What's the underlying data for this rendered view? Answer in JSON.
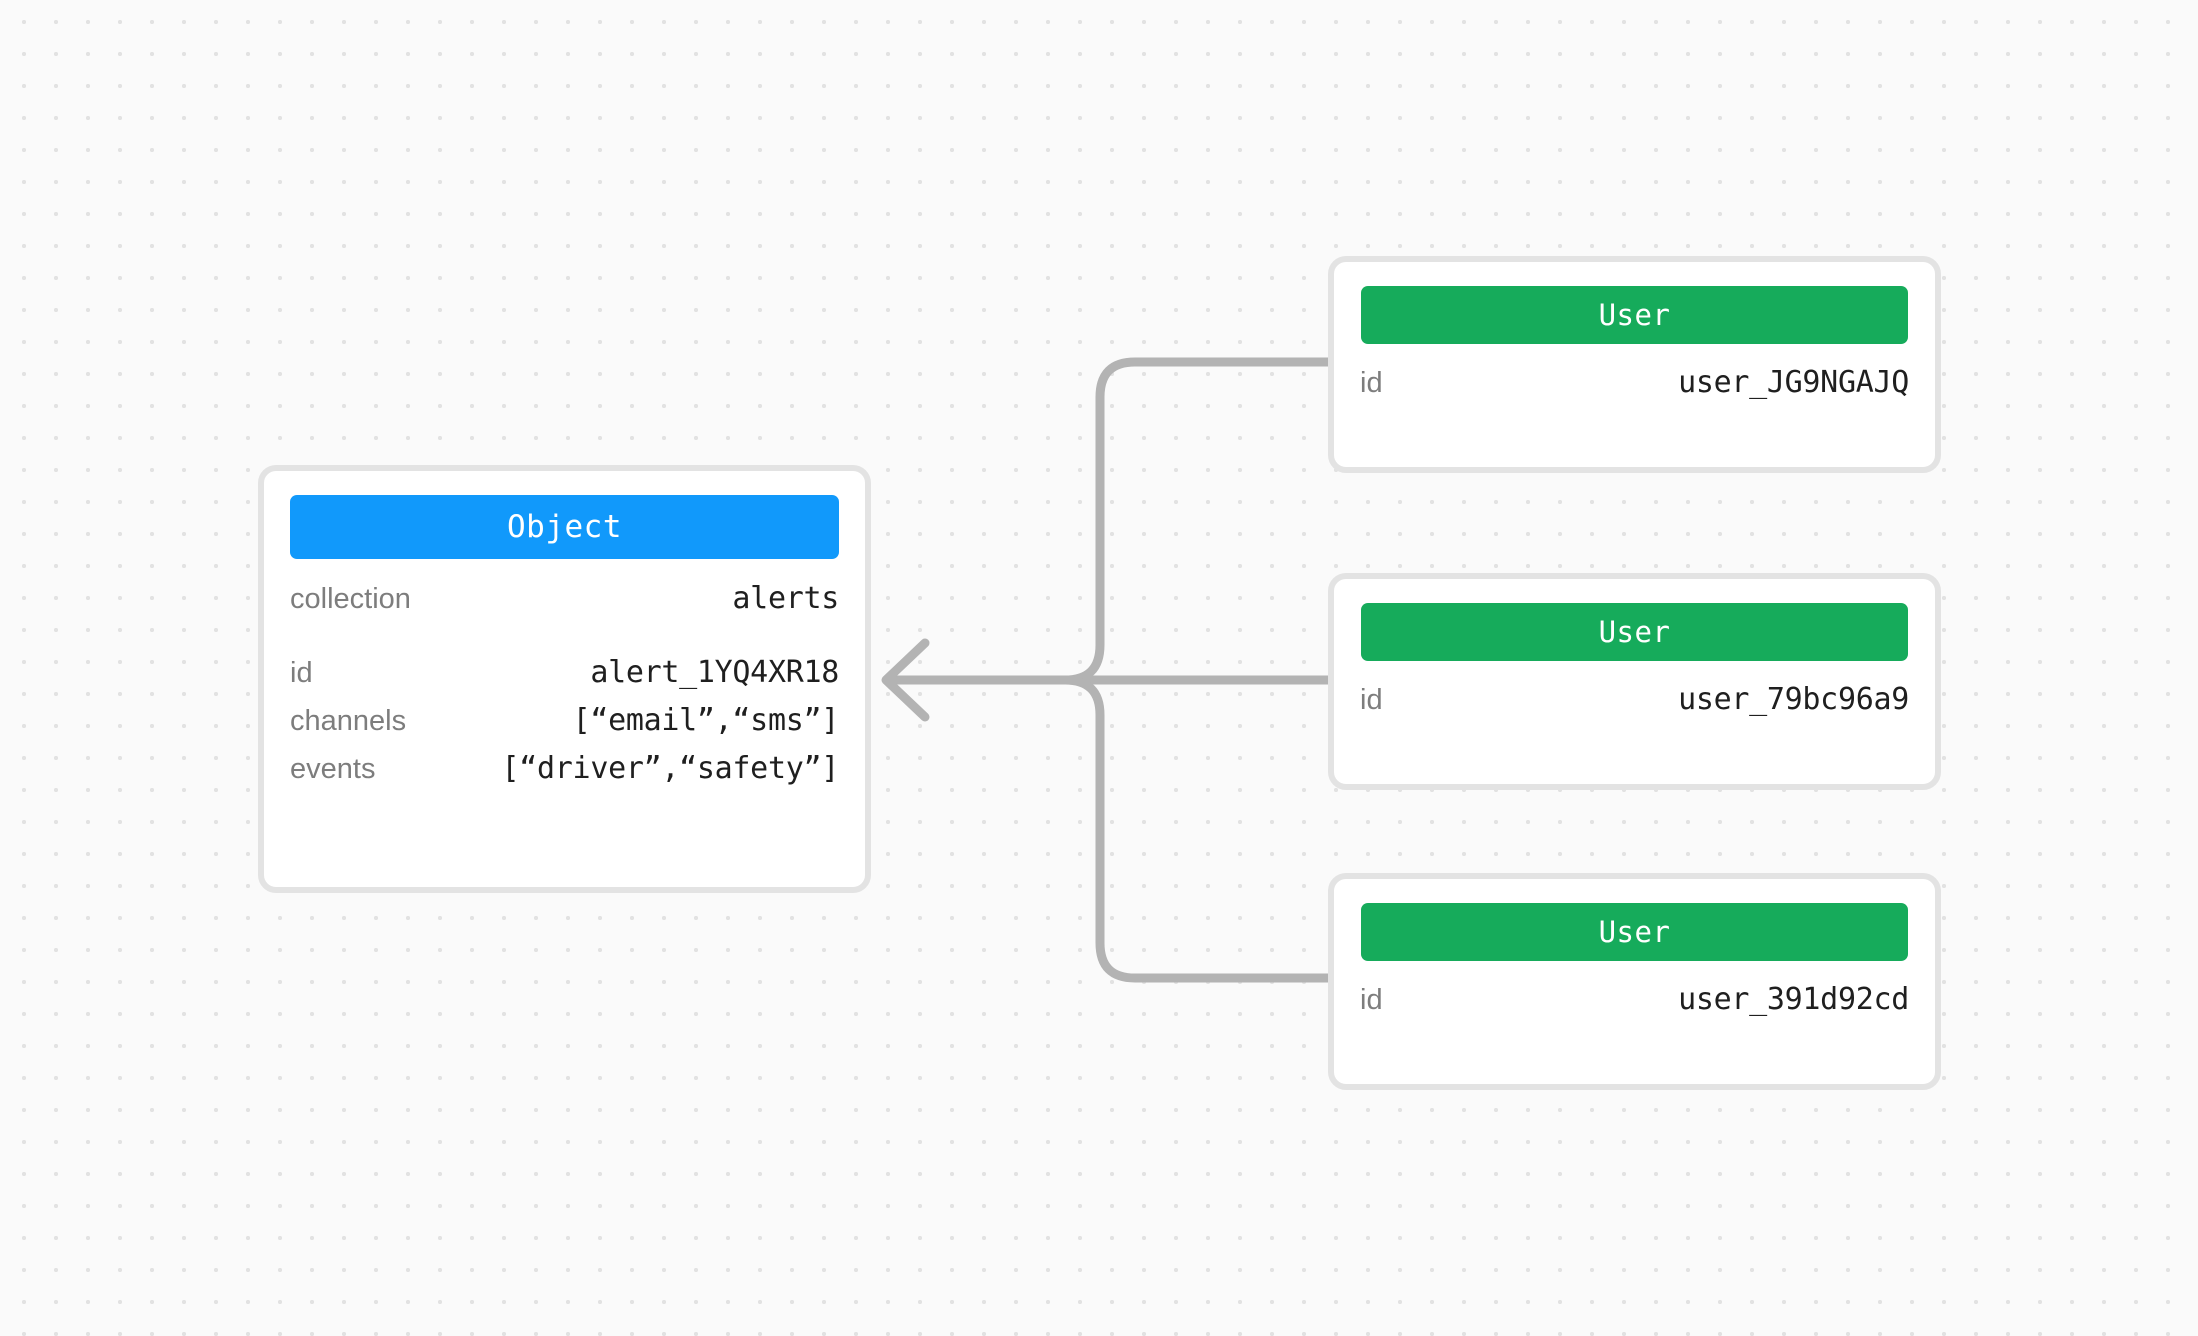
{
  "diagram": {
    "type": "entity-relationship",
    "background": "#FAFAFA",
    "dot_color": "#E2E2E2",
    "edge_color": "#B3B3B3"
  },
  "object_node": {
    "header": "Object",
    "header_color": "#1199FB",
    "groups": [
      {
        "fields": [
          {
            "key": "collection",
            "value": "alerts"
          }
        ]
      },
      {
        "fields": [
          {
            "key": "id",
            "value": "alert_1YQ4XR18"
          },
          {
            "key": "channels",
            "value": "[“email”,“sms”]"
          },
          {
            "key": "events",
            "value": "[“driver”,“safety”]"
          }
        ]
      }
    ]
  },
  "user_nodes": [
    {
      "header": "User",
      "header_color": "#16AB5B",
      "fields": [
        {
          "key": "id",
          "value": "user_JG9NGAJQ"
        }
      ]
    },
    {
      "header": "User",
      "header_color": "#16AB5B",
      "fields": [
        {
          "key": "id",
          "value": "user_79bc96a9"
        }
      ]
    },
    {
      "header": "User",
      "header_color": "#16AB5B",
      "fields": [
        {
          "key": "id",
          "value": "user_391d92cd"
        }
      ]
    }
  ],
  "edges": [
    {
      "from": "user_JG9NGAJQ",
      "to": "alert_1YQ4XR18",
      "arrow": "to-object"
    },
    {
      "from": "user_79bc96a9",
      "to": "alert_1YQ4XR18",
      "arrow": "to-object"
    },
    {
      "from": "user_391d92cd",
      "to": "alert_1YQ4XR18",
      "arrow": "to-object"
    }
  ]
}
